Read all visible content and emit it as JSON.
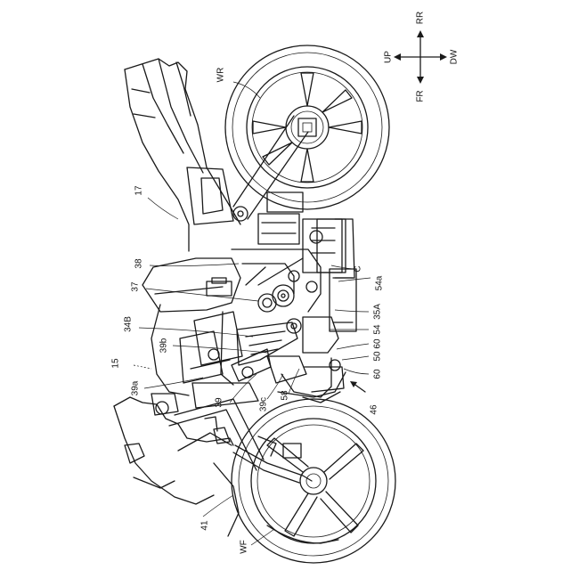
{
  "figure": {
    "direction_indicator": {
      "up": "UP",
      "down": "DW",
      "rear": "RR",
      "front": "FR"
    },
    "labels": {
      "rear_wheel": "WR",
      "front_wheel": "WF",
      "seat_frame": "17",
      "cowl": "15",
      "ref_38": "38",
      "ref_37": "37",
      "ref_34B": "34B",
      "ref_39b": "39b",
      "ref_39a": "39a",
      "ref_39": "39",
      "ref_39c": "39c",
      "ref_58": "58",
      "ref_41": "41",
      "ref_C": "C",
      "ref_54a": "54a",
      "ref_35A": "35A",
      "ref_54": "54",
      "ref_60_upper": "60",
      "ref_50": "50",
      "ref_60_lower": "60",
      "ref_46": "46"
    }
  }
}
